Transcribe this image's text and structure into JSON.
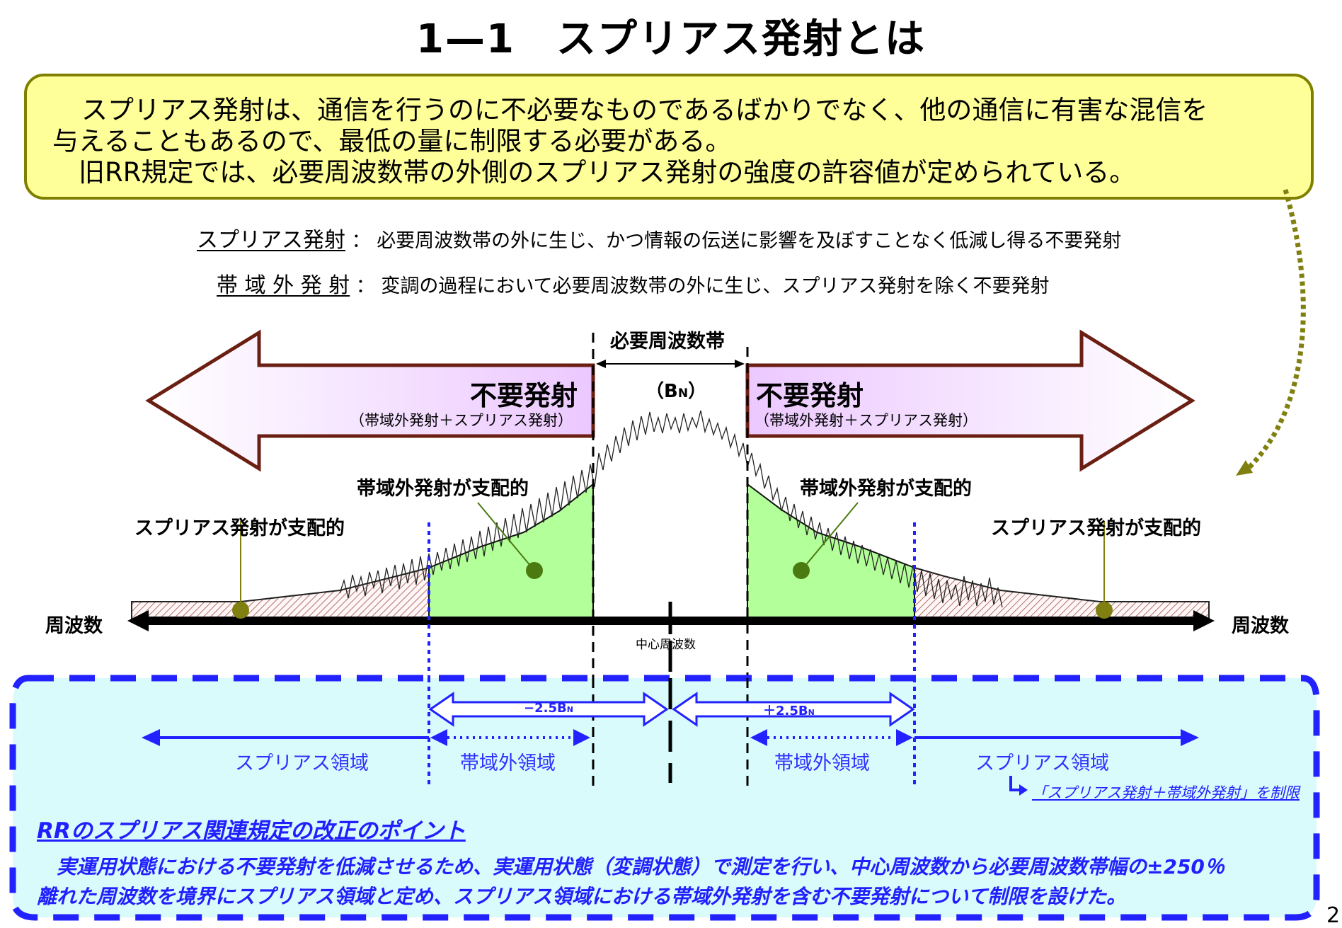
{
  "header": {
    "title": "1—1　スプリアス発射とは"
  },
  "intro": {
    "line1": "　スプリアス発射は、通信を行うのに不必要なものであるばかりでなく、他の通信に有害な混信を",
    "line2": "与えることもあるので、最低の量に制限する必要がある。",
    "line3": "　旧RR規定では、必要周波数帯の外側のスプリアス発射の強度の許容値が定められている。"
  },
  "definitions": [
    {
      "term": "スプリアス発射",
      "separator": "：",
      "text": "必要周波数帯の外に生じ、かつ情報の伝送に影響を及ぼすことなく低減し得る不要発射"
    },
    {
      "term": "帯 域 外 発 射",
      "separator": "：",
      "text": "変調の過程において必要周波数帯の外に生じ、スプリアス発射を除く不要発射"
    }
  ],
  "diagram": {
    "necessary_band_label": "必要周波数帯",
    "bn_label": "（B",
    "bn_sub": "N",
    "bn_close": "）",
    "left_arrow": {
      "title": "不要発射",
      "subtitle": "（帯域外発射＋スプリアス発射）"
    },
    "right_arrow": {
      "title": "不要発射",
      "subtitle": "（帯域外発射＋スプリアス発射）"
    },
    "oob_dominant_left": "帯域外発射が支配的",
    "oob_dominant_right": "帯域外発射が支配的",
    "spurious_dominant_left": "スプリアス発射が支配的",
    "spurious_dominant_right": "スプリアス発射が支配的",
    "freq_axis_left": "周波数",
    "freq_axis_right": "周波数",
    "center_freq": "中心周波数",
    "colors": {
      "arrow_border": "#6b1f12",
      "arrow_fill": "#f0ccff",
      "oob_fill": "#b3ff99",
      "oob_marker": "#4a7a10",
      "spurious_hatch": "#b07070",
      "spurious_marker": "#808010",
      "boundary_blue": "#2222ff"
    }
  },
  "regions": {
    "minus_label": "−2.5B",
    "plus_label": "＋2.5B",
    "sub_n": "N",
    "spurious_left": "スプリアス領域",
    "oob_left": "帯域外領域",
    "oob_right": "帯域外領域",
    "spurious_right": "スプリアス領域",
    "limit_note": "「スプリアス発射＋帯域外発射」を制限"
  },
  "revision_point": {
    "title": "RRのスプリアス関連規定の改正のポイント",
    "line1": "　実運用状態における不要発射を低減させるため、実運用状態（変調状態）で測定を行い、中心周波数から必要周波数帯幅の±250％",
    "line2": "離れた周波数を境界にスプリアス領域と定め、スプリアス領域における帯域外発射を含む不要発射について制限を設けた。"
  },
  "page_number": "2"
}
